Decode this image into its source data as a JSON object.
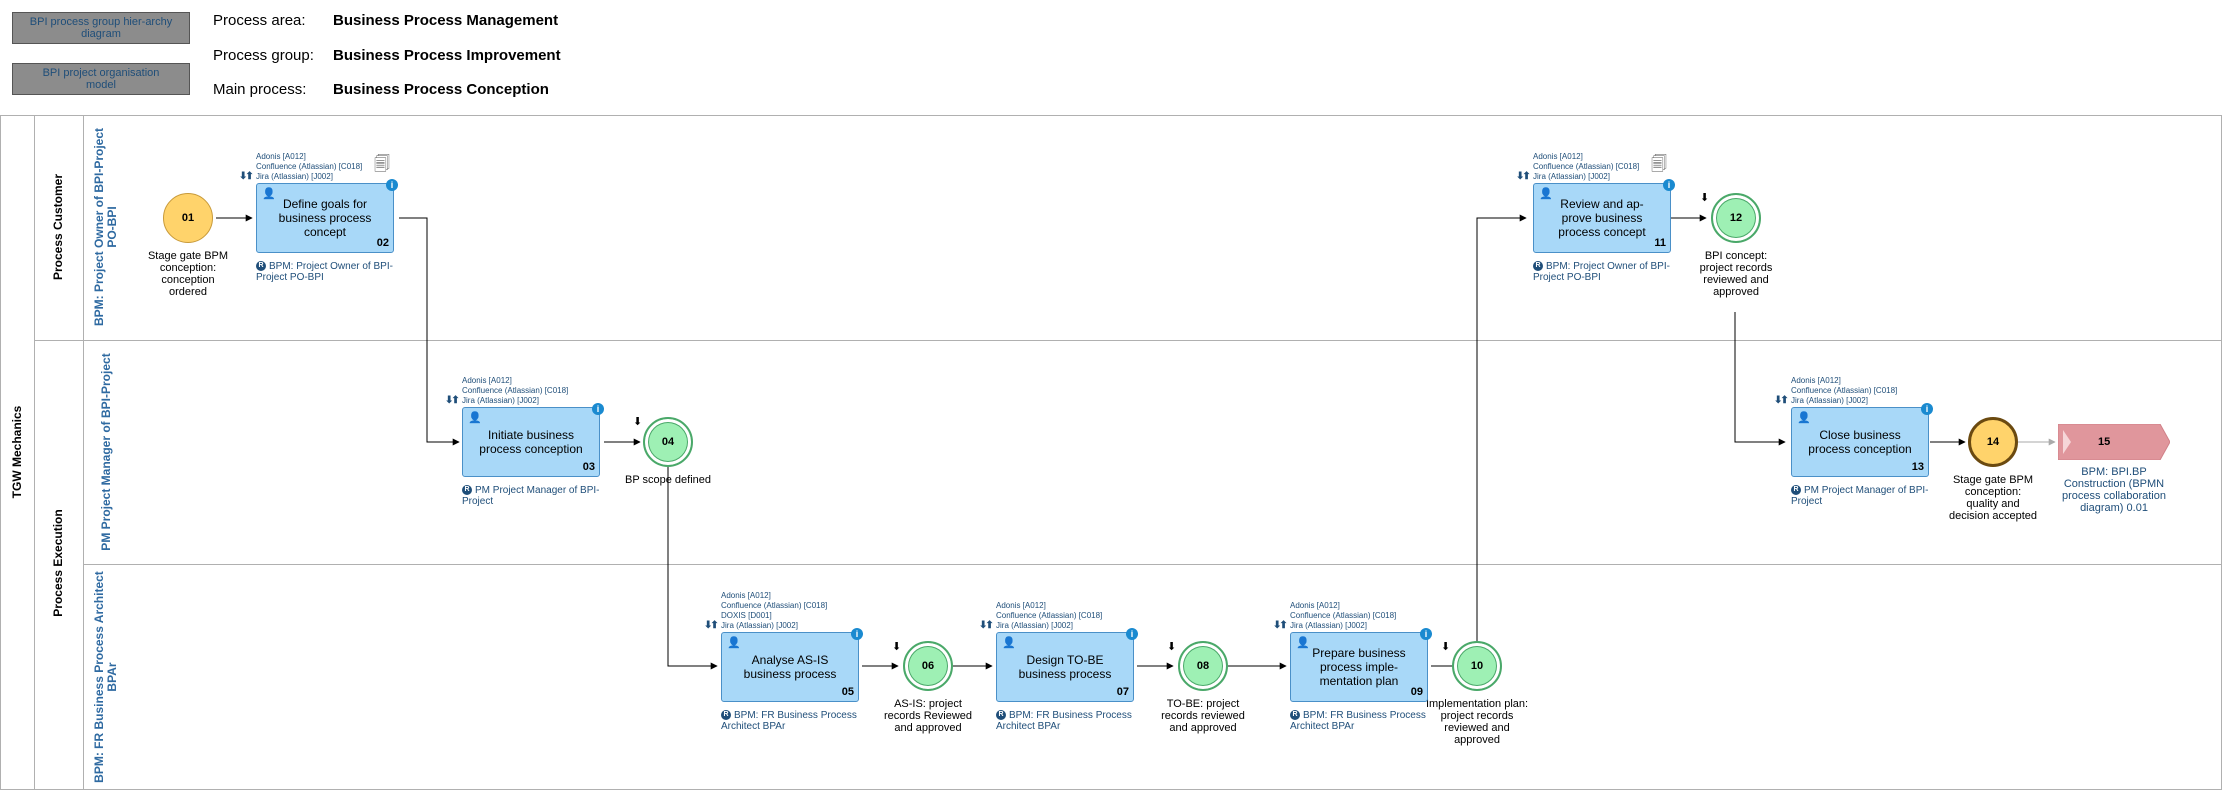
{
  "header": {
    "nav_buttons": [
      "BPI process group hier-archy diagram",
      "BPI project organisation model"
    ],
    "process_area_label": "Process area:",
    "process_area_value": "Business Process Management",
    "process_group_label": "Process group:",
    "process_group_value": "Business Process Improvement",
    "main_process_label": "Main process:",
    "main_process_value": "Business Process Conception"
  },
  "pool": {
    "name": "TGW Mechanics",
    "lanes": [
      {
        "group": "Process Customer",
        "role": "BPM: Project Owner of BPI-Project PO-BPI"
      },
      {
        "group": "Process Execution",
        "role": "PM Project Manager of BPI-Project"
      },
      {
        "group": "",
        "role": "BPM: FR Business Process Architect BPAr"
      }
    ]
  },
  "tasks": [
    {
      "id": "t02",
      "label": "Define goals for business process concept",
      "num": "02",
      "systems": [
        "Adonis [A012]",
        "Confluence (Atlassian) [C018]",
        "Jira (Atlassian) [J002]"
      ],
      "role": "BPM: Project Owner of BPI-Project PO-BPI"
    },
    {
      "id": "t03",
      "label": "Initiate business process conception",
      "num": "03",
      "systems": [
        "Adonis [A012]",
        "Confluence (Atlassian) [C018]",
        "Jira (Atlassian) [J002]"
      ],
      "role": "PM Project Manager of BPI-Project"
    },
    {
      "id": "t05",
      "label": "Analyse AS-IS business process",
      "num": "05",
      "systems": [
        "Adonis [A012]",
        "Confluence (Atlassian) [C018]",
        "DOXIS [D001]",
        "Jira (Atlassian) [J002]"
      ],
      "role": "BPM: FR Business Process Architect BPAr"
    },
    {
      "id": "t07",
      "label": "Design TO-BE business process",
      "num": "07",
      "systems": [
        "Adonis [A012]",
        "Confluence (Atlassian) [C018]",
        "Jira (Atlassian) [J002]"
      ],
      "role": "BPM: FR Business Process Architect BPAr"
    },
    {
      "id": "t09",
      "label": "Prepare business process imple-mentation plan",
      "num": "09",
      "systems": [
        "Adonis [A012]",
        "Confluence (Atlassian) [C018]",
        "Jira (Atlassian) [J002]"
      ],
      "role": "BPM: FR Business Process Architect BPAr"
    },
    {
      "id": "t11",
      "label": "Review and ap-prove business process concept",
      "num": "11",
      "systems": [
        "Adonis [A012]",
        "Confluence (Atlassian) [C018]",
        "Jira (Atlassian) [J002]"
      ],
      "role": "BPM: Project Owner of BPI-Project PO-BPI"
    },
    {
      "id": "t13",
      "label": "Close business process conception",
      "num": "13",
      "systems": [
        "Adonis [A012]",
        "Confluence (Atlassian) [C018]",
        "Jira (Atlassian) [J002]"
      ],
      "role": "PM Project Manager of BPI-Project"
    }
  ],
  "events": [
    {
      "id": "e01",
      "num": "01",
      "label": "Stage gate BPM conception: conception ordered"
    },
    {
      "id": "e04",
      "num": "04",
      "label": "BP scope defined"
    },
    {
      "id": "e06",
      "num": "06",
      "label": "AS-IS: project records Reviewed and approved"
    },
    {
      "id": "e08",
      "num": "08",
      "label": "TO-BE: project records reviewed and approved"
    },
    {
      "id": "e10",
      "num": "10",
      "label": "Implementation plan: project records reviewed and approved"
    },
    {
      "id": "e12",
      "num": "12",
      "label": "BPI concept: project records reviewed and approved"
    },
    {
      "id": "e14",
      "num": "14",
      "label": "Stage gate BPM conception: quality and decision accepted"
    }
  ],
  "process_link": {
    "num": "15",
    "label": "BPM: BPI.BP Construction (BPMN process collaboration diagram) 0.01"
  },
  "colors": {
    "task_fill": "#a8d8f8",
    "start_event_fill": "#ffd36b",
    "intermediate_event_fill": "#9ef0b4",
    "process_link_fill": "#e0969c",
    "link_text": "#1f4e79"
  }
}
